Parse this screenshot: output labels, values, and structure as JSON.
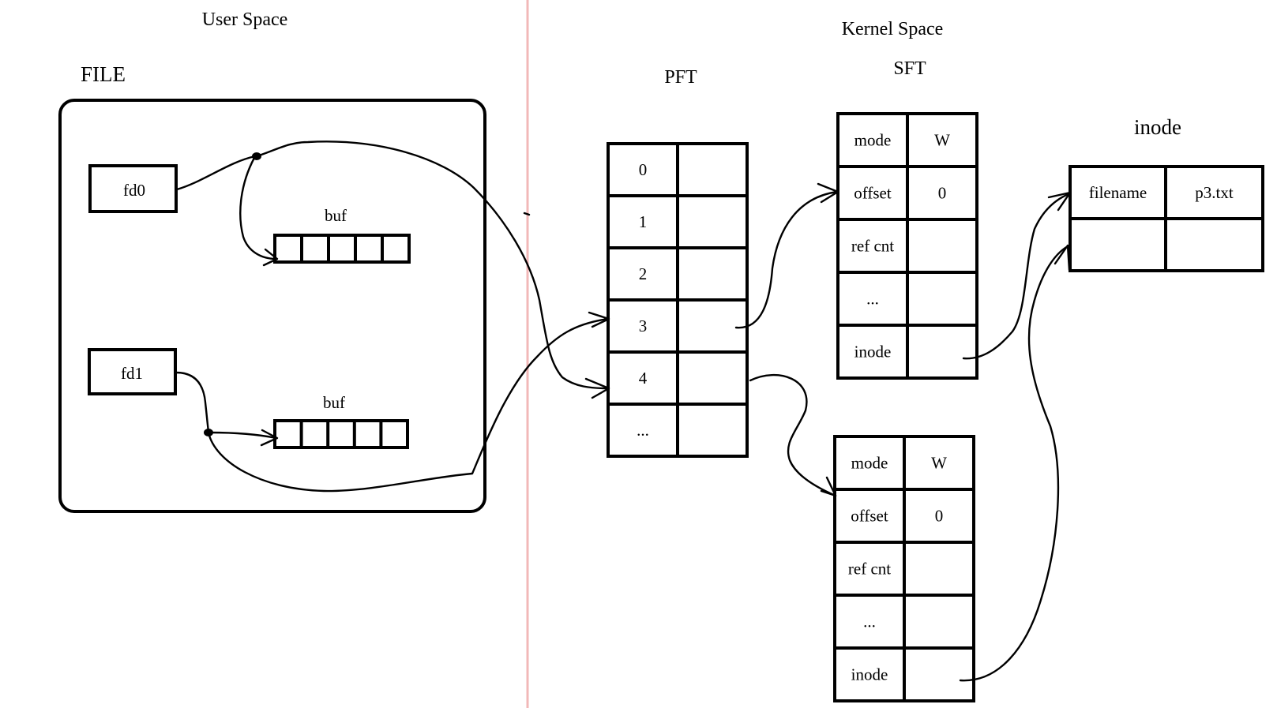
{
  "labels": {
    "user_space": "User Space",
    "kernel_space": "Kernel Space",
    "file": "FILE",
    "pft": "PFT",
    "sft": "SFT",
    "inode_title": "inode"
  },
  "user": {
    "fd0": "fd0",
    "fd1": "fd1",
    "buf_top": "buf",
    "buf_bottom": "buf"
  },
  "pft_rows": [
    "0",
    "1",
    "2",
    "3",
    "4",
    "..."
  ],
  "sft_top": [
    [
      "mode",
      "W"
    ],
    [
      "offset",
      "0"
    ],
    [
      "ref cnt",
      ""
    ],
    [
      "...",
      ""
    ],
    [
      "inode",
      ""
    ]
  ],
  "sft_bottom": [
    [
      "mode",
      "W"
    ],
    [
      "offset",
      "0"
    ],
    [
      "ref cnt",
      ""
    ],
    [
      "...",
      ""
    ],
    [
      "inode",
      ""
    ]
  ],
  "inode_table": [
    [
      "filename",
      "p3.txt"
    ],
    [
      "",
      ""
    ]
  ],
  "colors": {
    "divider": "#f2b8b8",
    "stroke": "#000000"
  }
}
